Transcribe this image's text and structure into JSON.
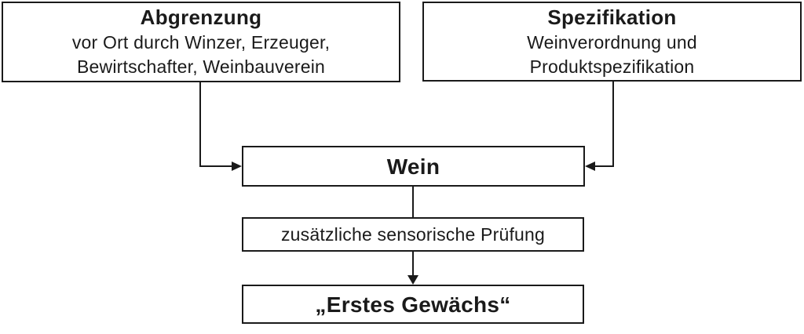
{
  "boxes": {
    "abgrenzung": {
      "title": "Abgrenzung",
      "line1": "vor Ort durch Winzer, Erzeuger,",
      "line2": "Bewirtschafter, Weinbauverein"
    },
    "spezifikation": {
      "title": "Spezifikation",
      "line1": "Weinverordnung und",
      "line2": "Produktspezifikation"
    },
    "wein": {
      "title": "Wein"
    },
    "pruefung": {
      "title": "zusätzliche sensorische Prüfung"
    },
    "erstes_gewaechs": {
      "title": "„Erstes Gewächs“"
    }
  },
  "edges": [
    {
      "from": "abgrenzung",
      "to": "wein"
    },
    {
      "from": "spezifikation",
      "to": "wein"
    },
    {
      "from": "wein",
      "to": "pruefung"
    },
    {
      "from": "pruefung",
      "to": "erstes_gewaechs"
    }
  ],
  "colors": {
    "line": "#1a1a1a",
    "text": "#1a1a1a",
    "background": "#ffffff"
  }
}
